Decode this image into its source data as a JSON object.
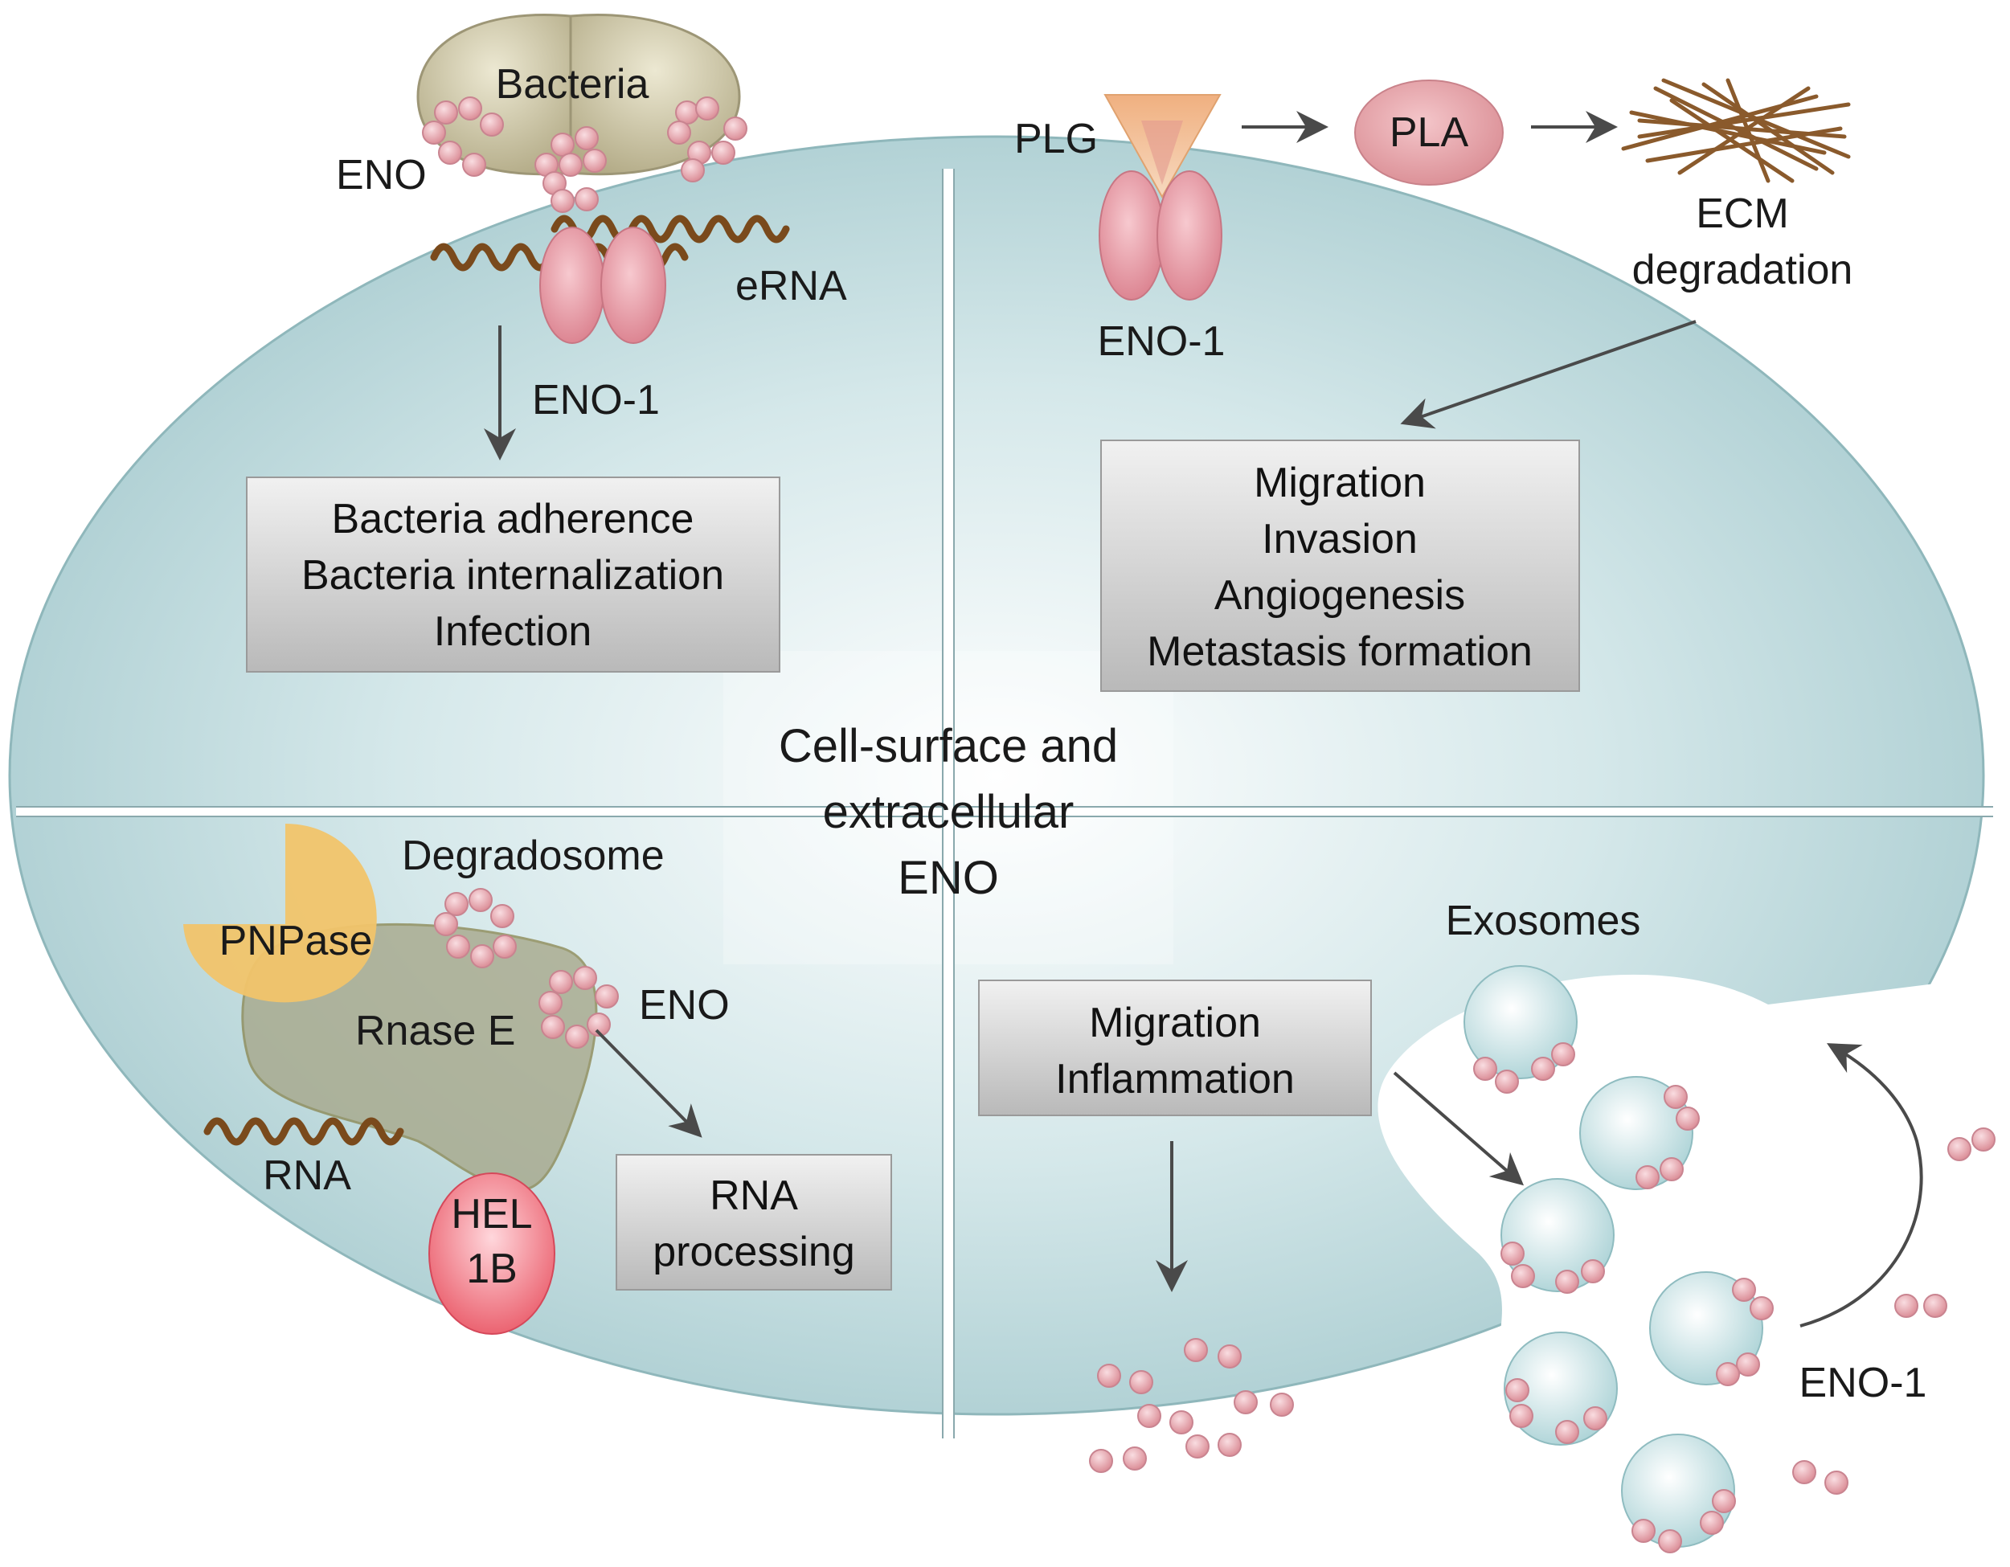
{
  "colors": {
    "cell_fill": "#a9ccd0",
    "cell_center": "#ffffff",
    "eno_bead": "#e7a3ad",
    "eno_dimer": "#e89aa6",
    "bacteria": "#cfc8a8",
    "pnpase": "#f1c46a",
    "rnase_e": "#a9a98b",
    "hel1b": "#ef6f7d",
    "pla": "#e49aa1",
    "plg": "#e8b489",
    "rna_strand": "#7a4a1c",
    "exosome": "#cfe6e8",
    "box_fill": "#c9c9c9",
    "arrow": "#4a4a4a"
  },
  "icons": {
    "bacteria": "bacteria-cell-icon",
    "eno_bead": "eno-bead-cluster-icon",
    "eno_dimer": "eno1-dimer-icon",
    "rna": "rna-strand-icon",
    "ecm": "ecm-fibers-icon",
    "exosome": "exosome-vesicle-icon"
  },
  "center_title": [
    "Cell-surface and",
    "extracellular",
    "ENO"
  ],
  "top_left": {
    "bacteria_label": "Bacteria",
    "eno_label": "ENO",
    "erna_label": "eRNA",
    "eno1_label": "ENO-1",
    "box_lines": [
      "Bacteria adherence",
      "Bacteria internalization",
      "Infection"
    ]
  },
  "top_right": {
    "plg_label": "PLG",
    "pla_label": "PLA",
    "ecm_label": [
      "ECM",
      "degradation"
    ],
    "eno1_label": "ENO-1",
    "box_lines": [
      "Migration",
      "Invasion",
      "Angiogenesis",
      "Metastasis formation"
    ]
  },
  "bottom_left": {
    "degradosome_label": "Degradosome",
    "pnpase_label": "PNPase",
    "rnase_label": "Rnase E",
    "eno_label": "ENO",
    "rna_label": "RNA",
    "hel_label": [
      "HEL",
      "1B"
    ],
    "box_lines": [
      "RNA",
      "processing"
    ]
  },
  "bottom_right": {
    "exosomes_label": "Exosomes",
    "eno1_label": "ENO-1",
    "box_lines": [
      "Migration",
      "Inflammation"
    ]
  }
}
